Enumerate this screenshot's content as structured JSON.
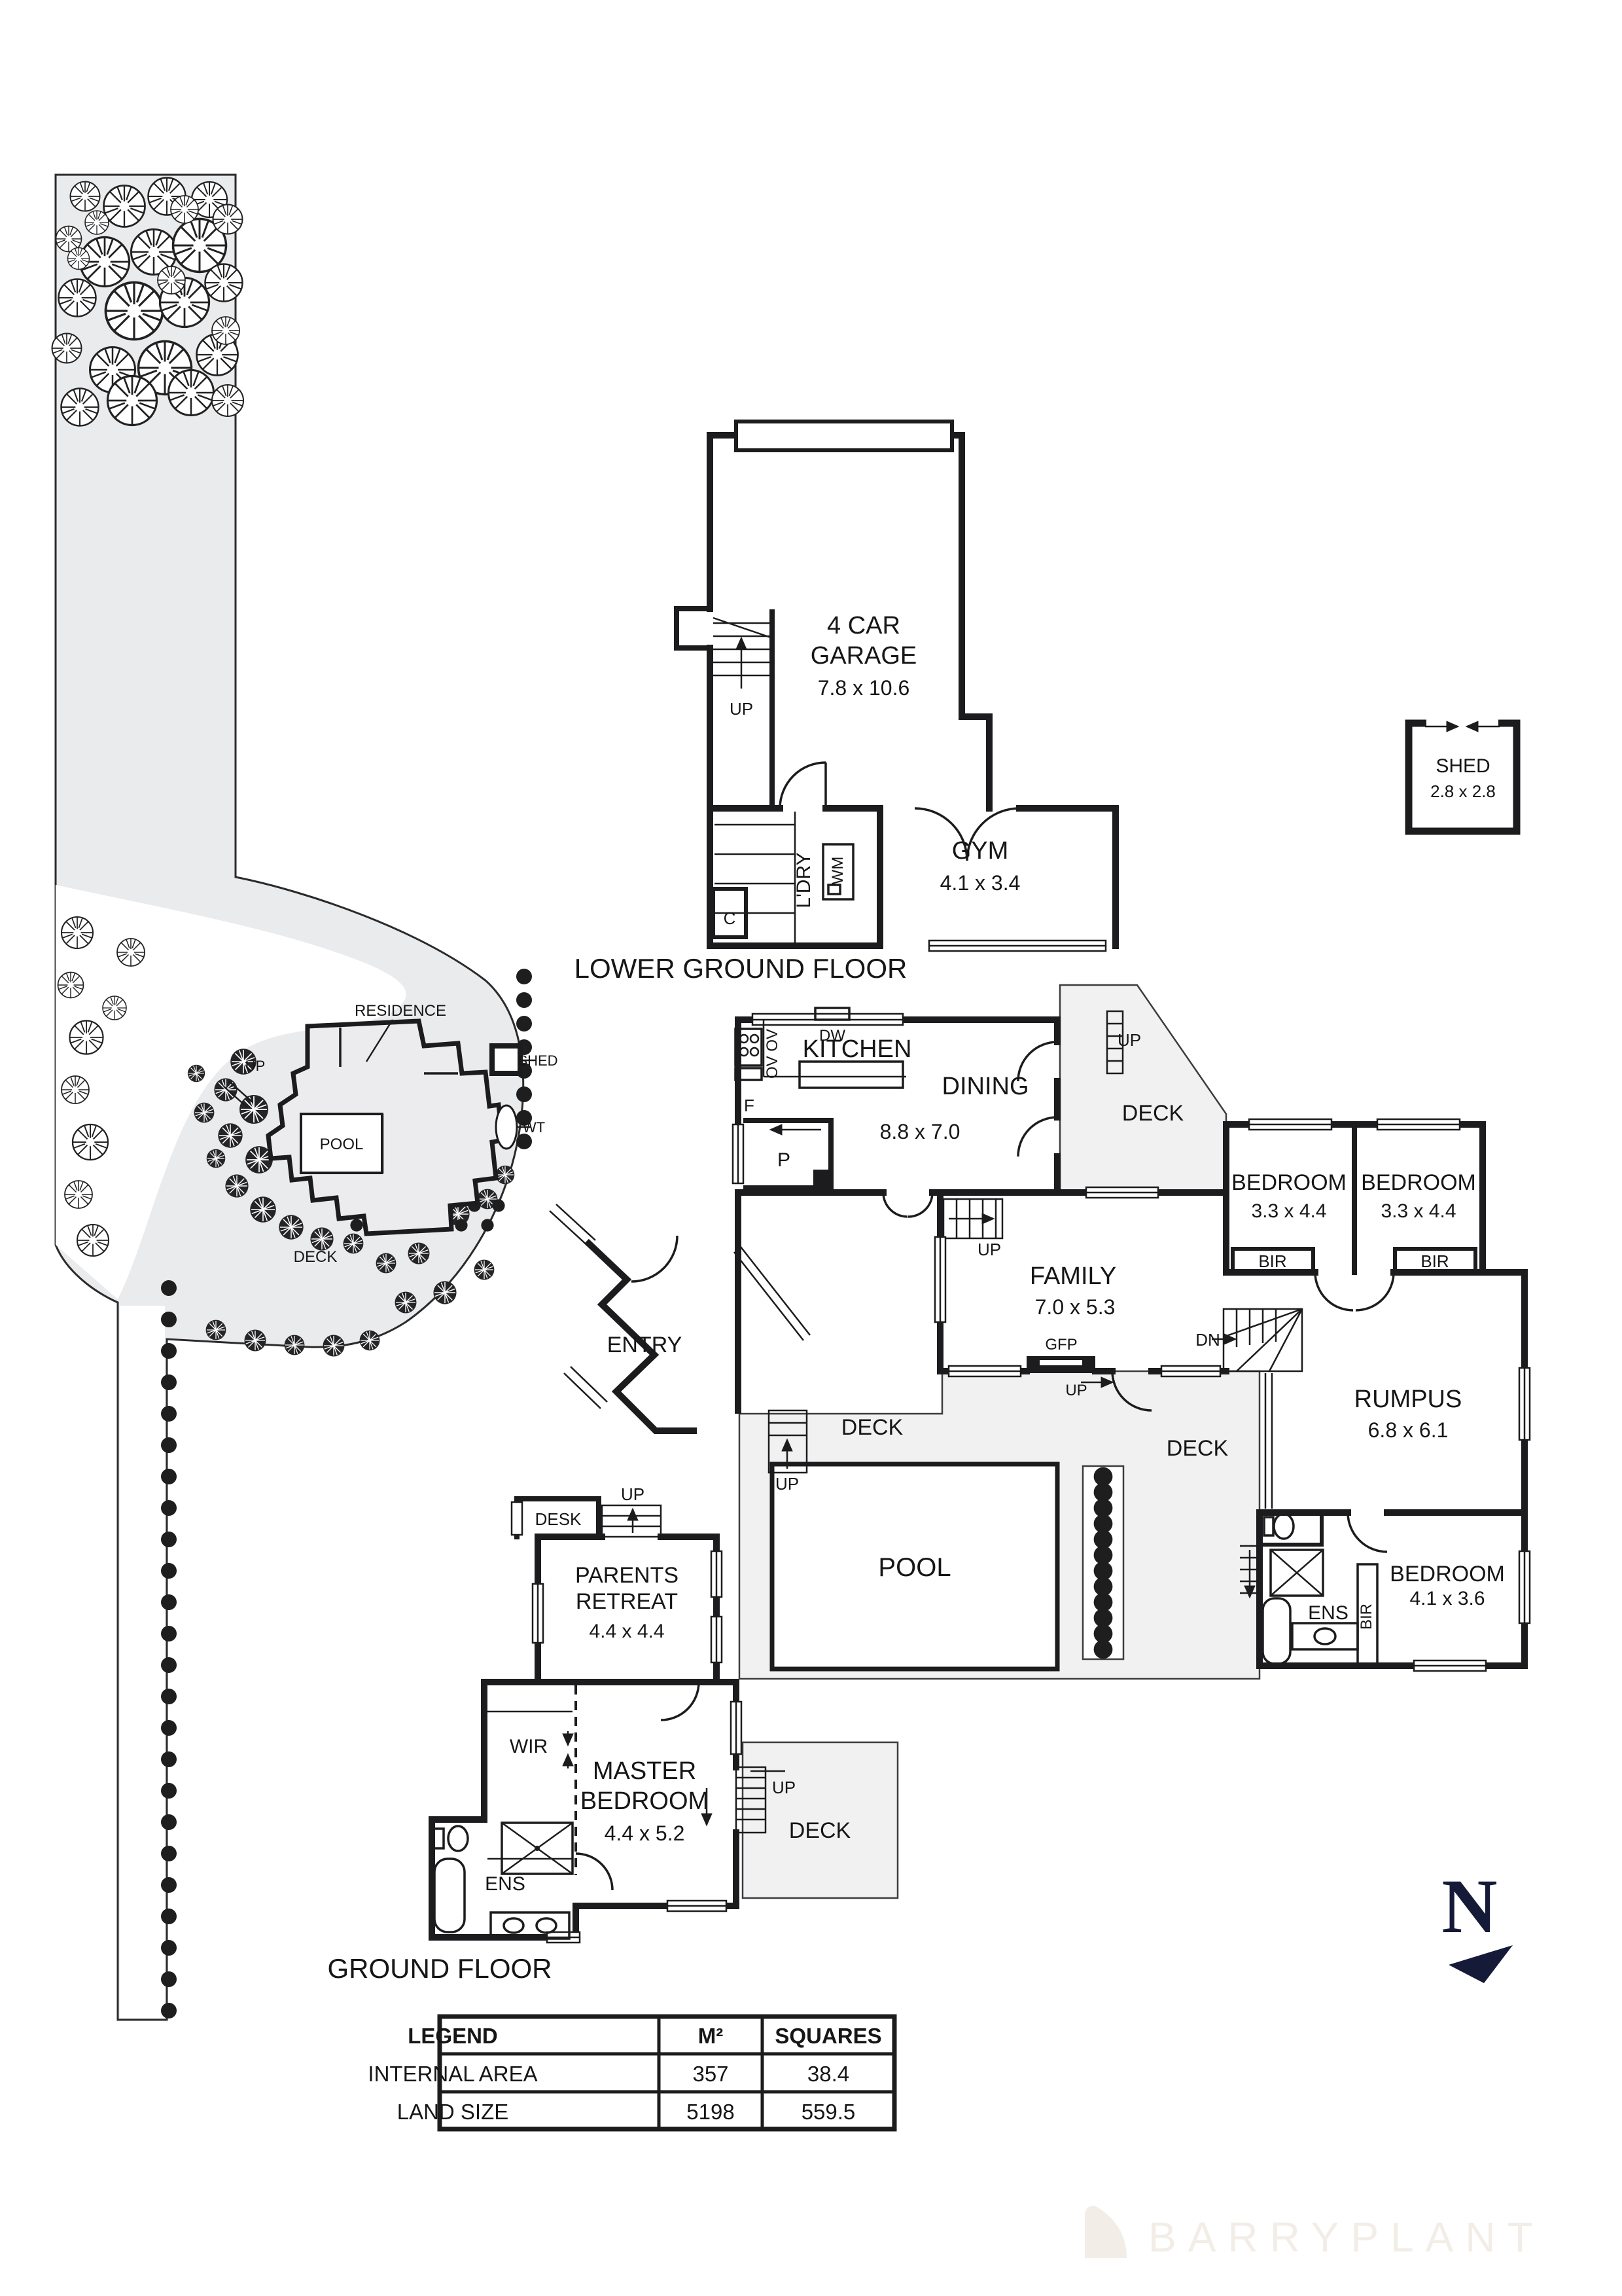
{
  "site_plan": {
    "residence": "RESIDENCE",
    "up": "UP",
    "pool": "POOL",
    "deck": "DECK",
    "shed": "SHED",
    "wt": "WT"
  },
  "lower_ground_floor": {
    "title": "LOWER GROUND FLOOR",
    "garage_name": "4 CAR GARAGE",
    "garage_dims": "7.8 x 10.6",
    "up": "UP",
    "ldry": "L'DRY",
    "wm": "WM",
    "closet": "C",
    "gym_name": "GYM",
    "gym_dims": "4.1 x 3.4"
  },
  "shed": {
    "name": "SHED",
    "dims": "2.8 x 2.8"
  },
  "ground_floor": {
    "title": "GROUND FLOOR",
    "kitchen": "KITCHEN",
    "dw": "DW",
    "ov": "OV OV",
    "fridge": "F",
    "pantry": "P",
    "dining_name": "DINING",
    "dining_dims": "8.8 x 7.0",
    "deck": "DECK",
    "up": "UP",
    "dn": "DN",
    "family_name": "FAMILY",
    "family_dims": "7.0 x 5.3",
    "gfp": "GFP",
    "bedroom": "BEDROOM",
    "bedroom_small_dims": "3.3 x 4.4",
    "bir": "BIR",
    "rumpus_name": "RUMPUS",
    "rumpus_dims": "6.8 x 6.1",
    "bedroom3_dims": "4.1 x 3.6",
    "ens": "ENS",
    "pool": "POOL",
    "entry": "ENTRY",
    "desk": "DESK",
    "parents1": "PARENTS",
    "parents2": "RETREAT",
    "parents_dims": "4.4 x 4.4",
    "wir": "WIR",
    "master1": "MASTER",
    "master2": "BEDROOM",
    "master_dims": "4.4 x 5.2"
  },
  "legend": {
    "headers": [
      "LEGEND",
      "M²",
      "SQUARES"
    ],
    "rows": [
      {
        "label": "INTERNAL AREA",
        "m2": "357",
        "squares": "38.4"
      },
      {
        "label": "LAND SIZE",
        "m2": "5198",
        "squares": "559.5"
      }
    ]
  },
  "north": {
    "label": "N"
  },
  "watermark": {
    "brand": "BARRYPLANT"
  },
  "colors": {
    "wall": "#1c1c1e",
    "deck_fill": "#f1f1f2",
    "site_fill": "#eaebed",
    "navy": "#141a37",
    "watermark": "#f2eee7"
  }
}
